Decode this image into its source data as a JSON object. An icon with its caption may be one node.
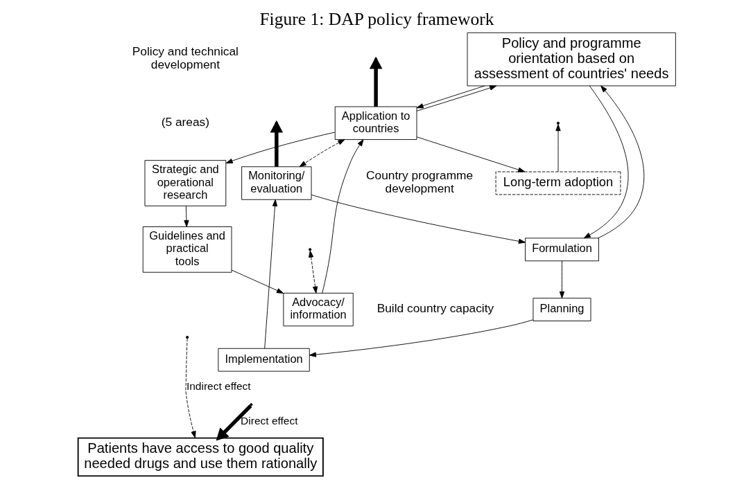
{
  "diagram": {
    "title": "Figure 1: DAP policy framework",
    "nodes": [
      {
        "text": [
          "Policy and programme orientation based on assessment of countries' needs"
        ]
      },
      {
        "text": [
          "Strategic and operational research"
        ]
      },
      {
        "text": [
          "Guidelines and practical tools"
        ]
      },
      {
        "text": [
          "Advocacy/ information"
        ]
      },
      {
        "text": [
          "Application to countries"
        ]
      },
      {
        "text": [
          "Long-term adoption"
        ]
      },
      {
        "text": [
          "Monitoring/ evaluation"
        ]
      },
      {
        "text": [
          "Formulation"
        ]
      },
      {
        "text": [
          "Planning"
        ]
      },
      {
        "text": [
          "Implementation"
        ]
      },
      {
        "text": [
          "Patients have access to good quality needed drugs and use them rationally"
        ]
      }
    ],
    "edges": [
      {
        "from": 4,
        "to": 0,
        "arrow": "to"
      },
      {
        "from": 0,
        "to": 4,
        "arrow": "to"
      },
      {
        "from": 4,
        "to": null,
        "arrow": "to",
        "style": "thick"
      },
      {
        "from": 0,
        "to": 7,
        "arrow": "to"
      },
      {
        "from": 7,
        "to": 0,
        "arrow": "to"
      },
      {
        "from": 6,
        "to": null,
        "arrow": "to",
        "style": "thick"
      },
      {
        "from": 4,
        "to": 1,
        "arrow": "to"
      },
      {
        "from": 1,
        "to": 2,
        "arrow": "to"
      },
      {
        "from": 2,
        "to": 3,
        "arrow": "to"
      },
      {
        "from": 3,
        "to": 4,
        "arrow": "to"
      },
      {
        "from": 7,
        "to": 8,
        "arrow": "to"
      },
      {
        "from": 8,
        "to": 9,
        "arrow": "to"
      },
      {
        "from": 9,
        "to": 6,
        "arrow": "to"
      },
      {
        "from": 6,
        "to": 7,
        "arrow": "to"
      },
      {
        "from": 4,
        "to": 6,
        "arrow": "both",
        "style": "dashed"
      },
      {
        "from": 3,
        "to": null,
        "arrow": "both",
        "style": "dashed"
      },
      {
        "from": 4,
        "to": 5,
        "arrow": "to"
      },
      {
        "from": 5,
        "to": null,
        "arrow": "to"
      },
      {
        "from": null,
        "to": 10,
        "label": "Indirect effect",
        "arrow": "to",
        "style": "dashed"
      },
      {
        "from": null,
        "to": 10,
        "label": "Direct effect",
        "arrow": "to",
        "style": "thick"
      }
    ],
    "labels": [
      "Policy and technical development",
      "(5 areas)",
      "Country programme development",
      "Build country capacity"
    ]
  }
}
